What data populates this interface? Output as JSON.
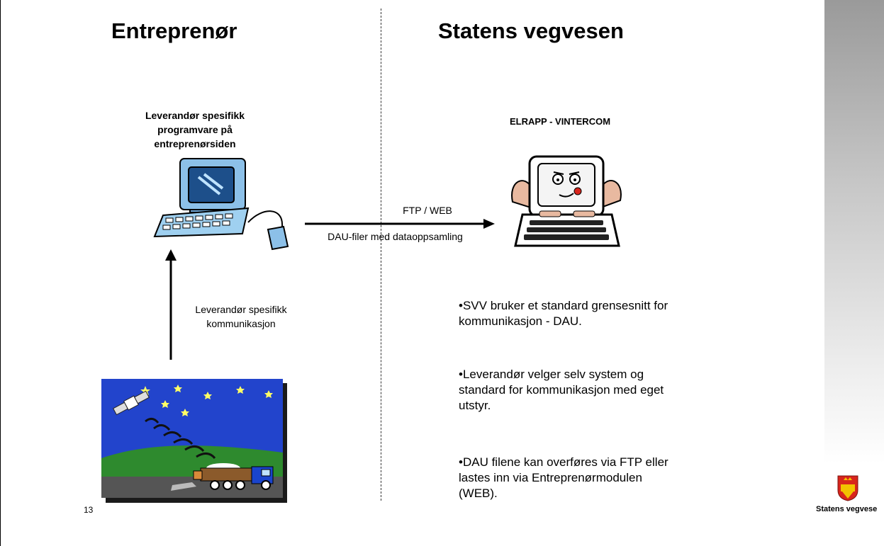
{
  "headings": {
    "left": "Entreprenør",
    "right": "Statens vegvesen"
  },
  "left": {
    "software_label_lines": [
      "Leverandør spesifikk",
      "programvare på",
      "entreprenørsiden"
    ],
    "communication_label_lines": [
      "Leverandør spesifikk",
      "kommunikasjon"
    ]
  },
  "right": {
    "system_label": "ELRAPP - VINTERCOM"
  },
  "transfer": {
    "top_label": "FTP / WEB",
    "bottom_label": "DAU-filer  med dataoppsamling"
  },
  "bullets": [
    {
      "lines": [
        "•SVV bruker et standard grensesnitt for",
        "kommunikasjon - DAU."
      ]
    },
    {
      "lines": [
        "•Leverandør velger selv system og",
        "standard for kommunikasjon med eget",
        "utstyr."
      ]
    },
    {
      "lines": [
        "•DAU filene kan overføres via FTP eller",
        "lastes inn via Entreprenørmodulen",
        "(WEB)."
      ]
    }
  ],
  "page_number": "13",
  "logo": {
    "text": "Statens vegvese"
  },
  "colors": {
    "accent_red": "#d8251c",
    "logo_gold": "#f2c200",
    "night_sky": "#2244cc",
    "hill_green": "#2e8a2e",
    "truck_blue": "#1a44cc"
  }
}
